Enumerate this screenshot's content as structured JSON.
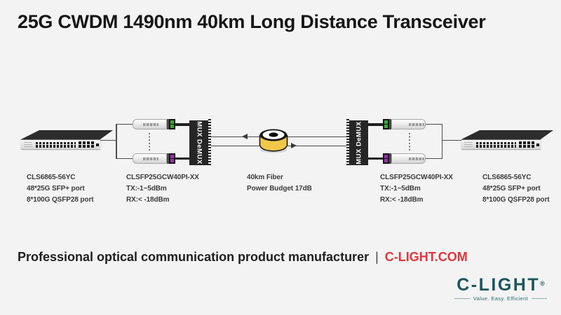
{
  "title": "25G CWDM 1490nm 40km Long Distance Transceiver",
  "mux_label": "MUX DeMUX",
  "devices": {
    "left_switch": {
      "model": "CLS6865-56YC",
      "detail1": "48*25G SFP+ port",
      "detail2": "8*100G QSFP28 port"
    },
    "left_module": {
      "model": "CLSFP25GCW40PI-XX",
      "detail1": "TX:-1~5dBm",
      "detail2": "RX:< -18dBm"
    },
    "fiber": {
      "model": "40km Fiber",
      "detail1": "Power Budget 17dB"
    },
    "right_module": {
      "model": "CLSFP25GCW40PI-XX",
      "detail1": "TX:-1~5dBm",
      "detail2": "RX:< -18dBm"
    },
    "right_switch": {
      "model": "CLS6865-56YC",
      "detail1": "48*25G SFP+ port",
      "detail2": "8*100G QSFP28 port"
    }
  },
  "footer": {
    "tagline": "Professional optical communication product manufacturer",
    "separator": "|",
    "website": "C-LIGHT.COM"
  },
  "logo": {
    "brand": "C-LIGHT",
    "registered": "®",
    "slogan": "Value. Easy. Efficient"
  },
  "colors": {
    "background": "#f3f3f3",
    "accent_red": "#e1363e",
    "brand_teal": "#1a565c",
    "line": "#4d4d4d",
    "latch_green": "#3aa43d",
    "latch_purple": "#9b2fae",
    "spool_yellow": "#f2c84b"
  }
}
